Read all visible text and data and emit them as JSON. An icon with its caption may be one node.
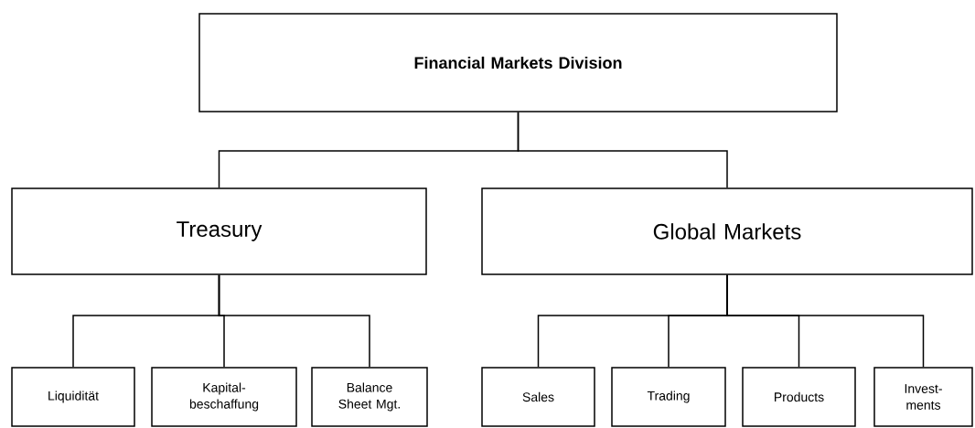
{
  "diagram": {
    "nodes": [
      {
        "text": [
          "Financial Markets Division"
        ]
      },
      {
        "text": [
          "Treasury"
        ]
      },
      {
        "text": [
          "Global Markets"
        ]
      },
      {
        "text": [
          "Liquidität"
        ]
      },
      {
        "text": [
          "Kapital- beschaffung"
        ]
      },
      {
        "text": [
          "Balance Sheet Mgt."
        ]
      },
      {
        "text": [
          "Sales"
        ]
      },
      {
        "text": [
          "Trading"
        ]
      },
      {
        "text": [
          "Products"
        ]
      },
      {
        "text": [
          "Invest- ments"
        ]
      }
    ],
    "edges": [
      {
        "from": 0,
        "to": 1,
        "arrow": "none"
      },
      {
        "from": 0,
        "to": 2,
        "arrow": "none"
      },
      {
        "from": 1,
        "to": 3,
        "arrow": "none"
      },
      {
        "from": 1,
        "to": 4,
        "arrow": "none"
      },
      {
        "from": 1,
        "to": 5,
        "arrow": "none"
      },
      {
        "from": 2,
        "to": 6,
        "arrow": "none"
      },
      {
        "from": 2,
        "to": 7,
        "arrow": "none"
      },
      {
        "from": 2,
        "to": 8,
        "arrow": "none"
      },
      {
        "from": 2,
        "to": 9,
        "arrow": "none"
      }
    ]
  }
}
